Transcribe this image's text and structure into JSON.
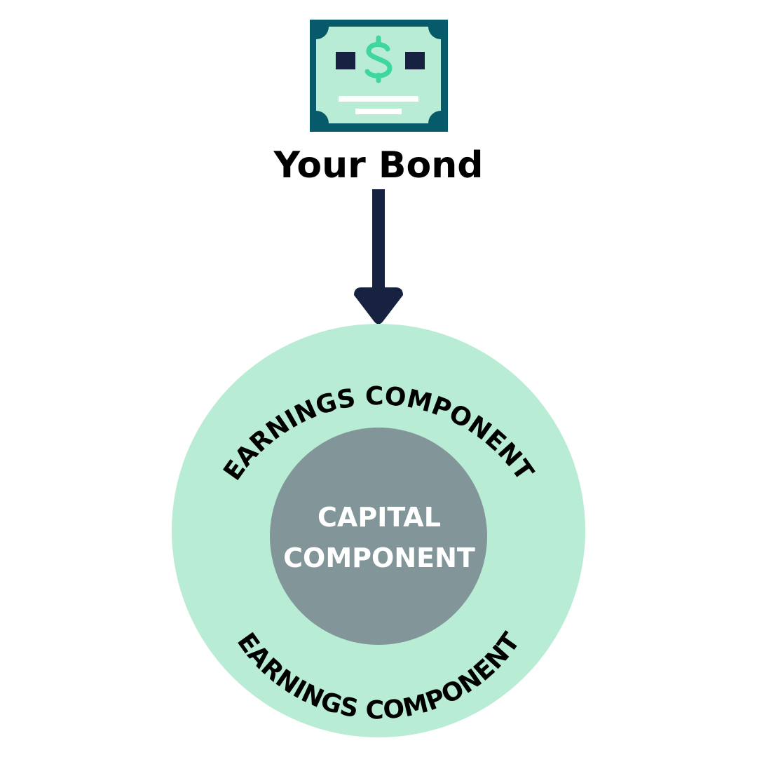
{
  "title": "Your Bond",
  "outer_ring": {
    "top_label": "EARNINGS COMPONENT",
    "bottom_label": "EARNINGS COMPONENT"
  },
  "inner_circle": {
    "line1": "CAPITAL",
    "line2": "COMPONENT"
  },
  "icon": "bond-banknote-icon",
  "colors": {
    "outer_circle": "#b8ecd4",
    "inner_circle": "#82969a",
    "arrow": "#172241",
    "banknote_frame": "#075a6a",
    "banknote_fill": "#b8ecd4",
    "banknote_eyes": "#172241",
    "dollar_sign": "#3fd6a0",
    "banknote_lines": "#ffffff"
  }
}
